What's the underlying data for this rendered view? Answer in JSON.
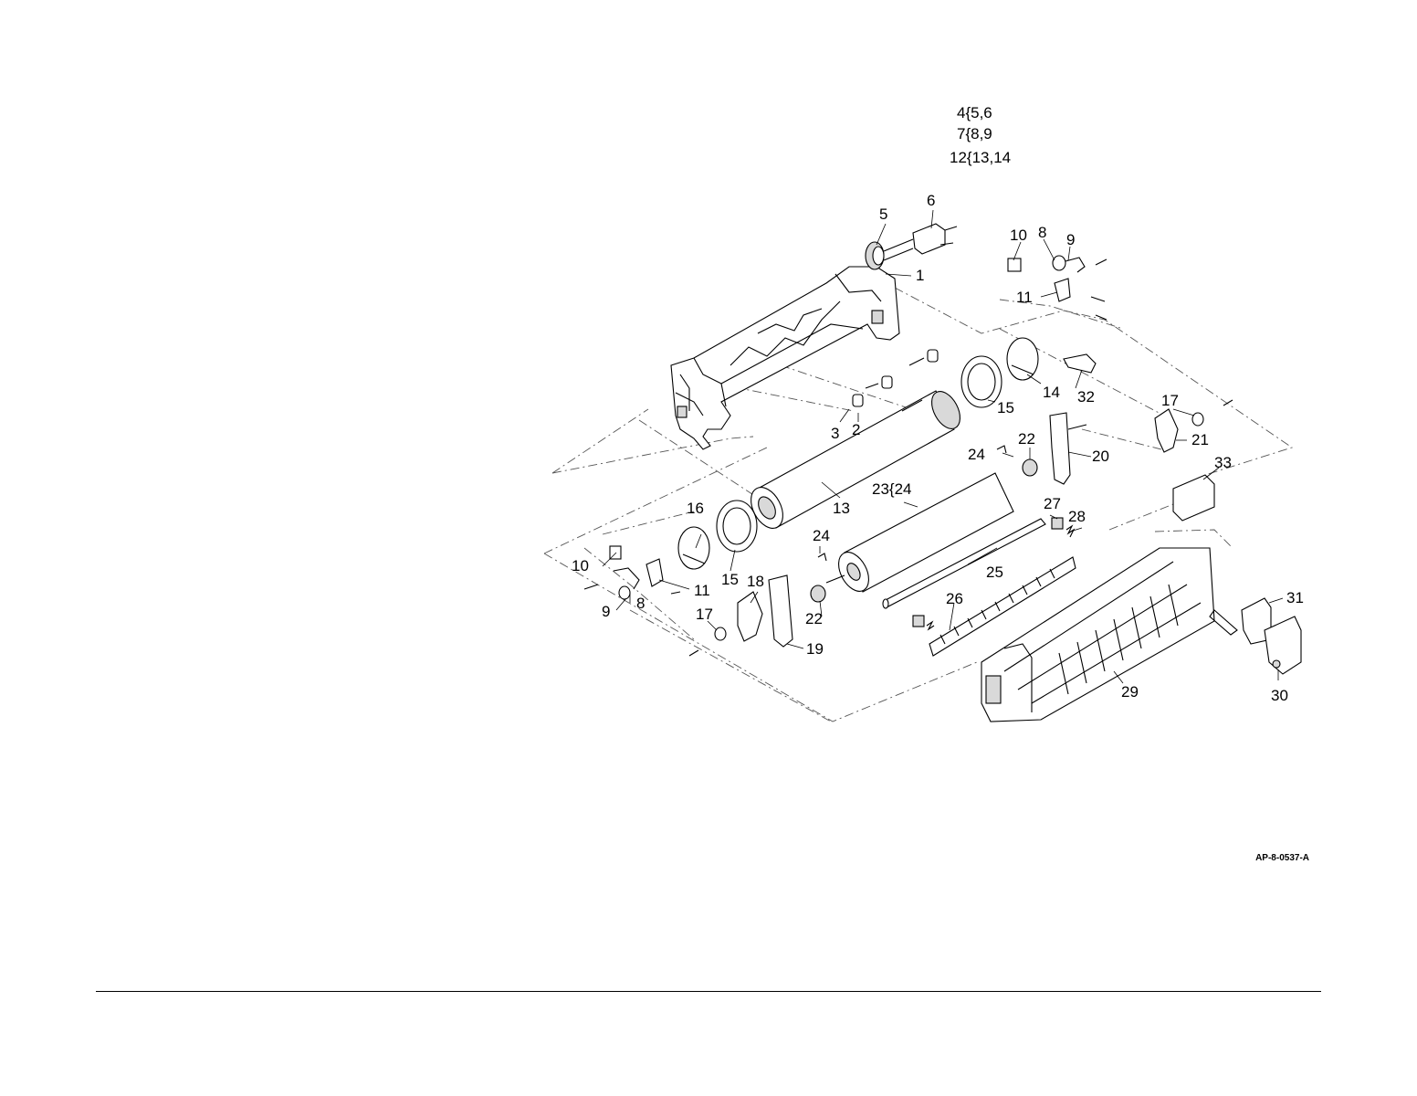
{
  "group_notes": [
    "4{5,6",
    "7{8,9",
    "12{13,14"
  ],
  "callouts": {
    "c1": "1",
    "c2": "2",
    "c3": "3",
    "c5": "5",
    "c6": "6",
    "c8a": "8",
    "c8b": "8",
    "c9a": "9",
    "c9b": "9",
    "c10a": "10",
    "c10b": "10",
    "c11a": "11",
    "c11b": "11",
    "c13": "13",
    "c14": "14",
    "c15a": "15",
    "c15b": "15",
    "c16": "16",
    "c17a": "17",
    "c17b": "17",
    "c18": "18",
    "c19": "19",
    "c20": "20",
    "c21": "21",
    "c22a": "22",
    "c22b": "22",
    "c23": "23{24",
    "c24a": "24",
    "c24b": "24",
    "c25": "25",
    "c26": "26",
    "c27": "27",
    "c28": "28",
    "c29": "29",
    "c30": "30",
    "c31": "31",
    "c32": "32",
    "c33": "33"
  },
  "figure_code": "AP-8-0537-A"
}
